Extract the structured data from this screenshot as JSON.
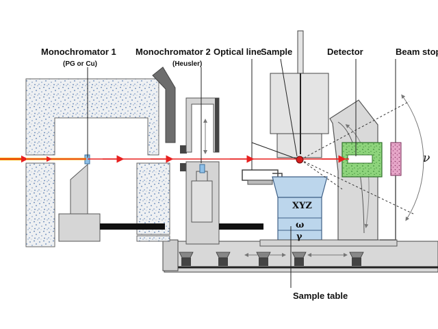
{
  "labels": {
    "monochromator1": "Monochromator 1",
    "monochromator1_sub": "(PG or Cu)",
    "monochromator2": "Monochromator 2",
    "monochromator2_sub": "(Heusler)",
    "optical_line": "Optical line",
    "sample": "Sample",
    "detector": "Detector",
    "beam_stop": "Beam stop",
    "sample_table": "Sample table",
    "xyz": "XYZ",
    "omega": "ω",
    "gamma": "γ",
    "nu": "ν"
  },
  "colors": {
    "beam": "#e8201f",
    "incoming_beam": "#f5a800",
    "shield_fill": "#e9e9e9",
    "shield_speckle": "#7f9bc4",
    "metal_gray": "#d0d0d0",
    "dark_gray": "#6a6a6a",
    "sample_cup": "#bcd6ec",
    "detector_green": "#7dcf6a",
    "beam_stop_pink": "#e0a0c4"
  }
}
